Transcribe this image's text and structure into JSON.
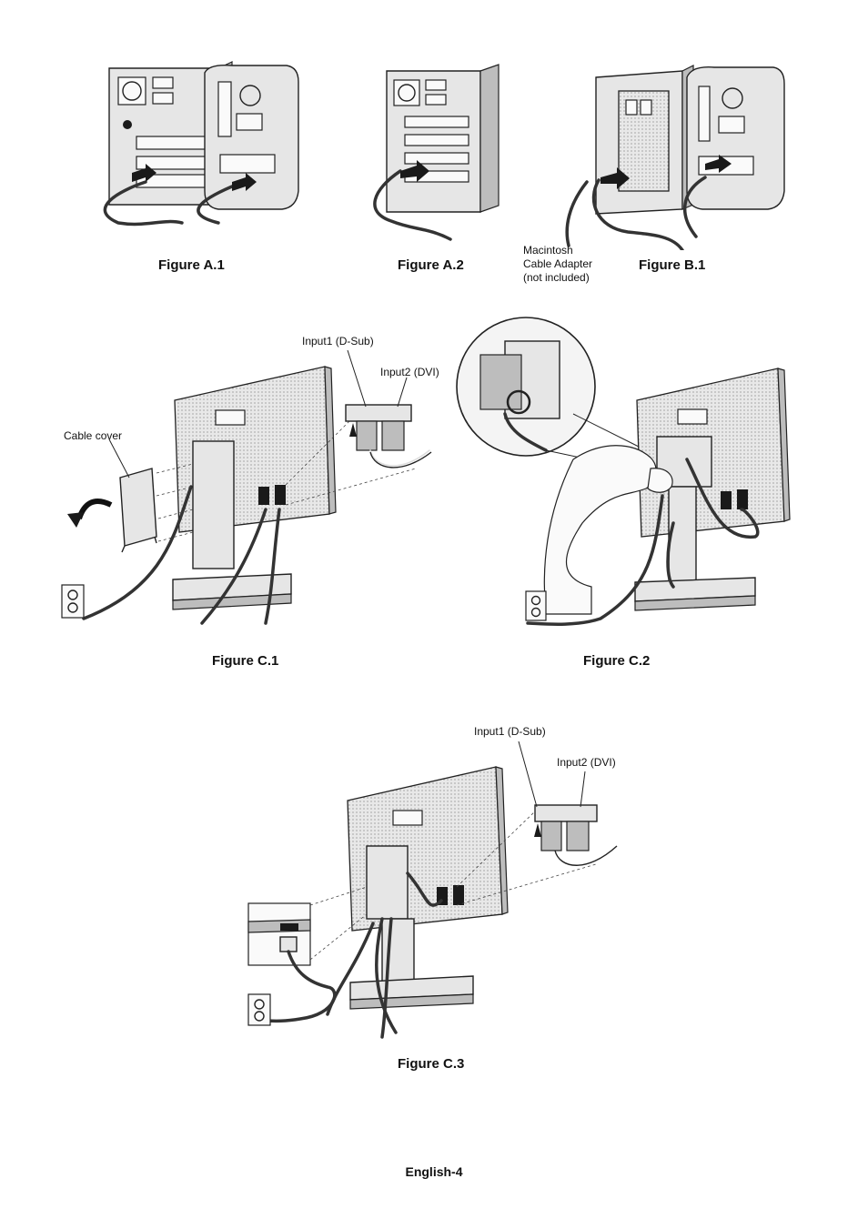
{
  "figures": {
    "a1": {
      "caption": "Figure A.1"
    },
    "a2": {
      "caption": "Figure A.2"
    },
    "b1": {
      "caption": "Figure B.1",
      "adapter_label": [
        "Macintosh",
        "Cable Adapter",
        "(not included)"
      ]
    },
    "c1": {
      "caption": "Figure C.1",
      "input1": "Input1 (D-Sub)",
      "input2": "Input2 (DVI)",
      "cable_cover": "Cable cover"
    },
    "c2": {
      "caption": "Figure C.2"
    },
    "c3": {
      "caption": "Figure C.3",
      "input1": "Input1 (D-Sub)",
      "input2": "Input2 (DVI)"
    }
  },
  "footer": {
    "page_label": "English-4"
  }
}
